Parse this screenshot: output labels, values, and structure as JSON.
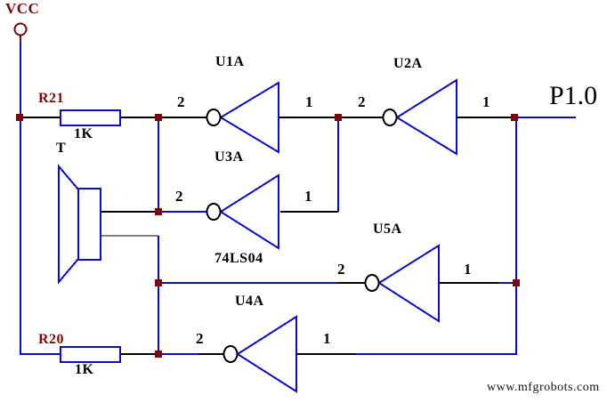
{
  "diagram": {
    "net_label": "P1.0",
    "power_label": "VCC",
    "ic_label": "74LS04",
    "speaker": {
      "ref": "T"
    },
    "resistors": [
      {
        "ref": "R21",
        "value": "1K"
      },
      {
        "ref": "R20",
        "value": "1K"
      }
    ],
    "gates": [
      {
        "ref": "U1A",
        "output_pin": "2",
        "input_pin": "1"
      },
      {
        "ref": "U2A",
        "output_pin": "2",
        "input_pin": "1"
      },
      {
        "ref": "U3A",
        "output_pin": "2",
        "input_pin": "1"
      },
      {
        "ref": "U5A",
        "output_pin": "2",
        "input_pin": "1"
      },
      {
        "ref": "U4A",
        "output_pin": "2",
        "input_pin": "1"
      }
    ],
    "watermark": "www.mfgrobots.com",
    "colors": {
      "wire_blue": "#0b0bcb",
      "wire_black": "#000000",
      "junction_maroon": "#7e0808"
    }
  }
}
